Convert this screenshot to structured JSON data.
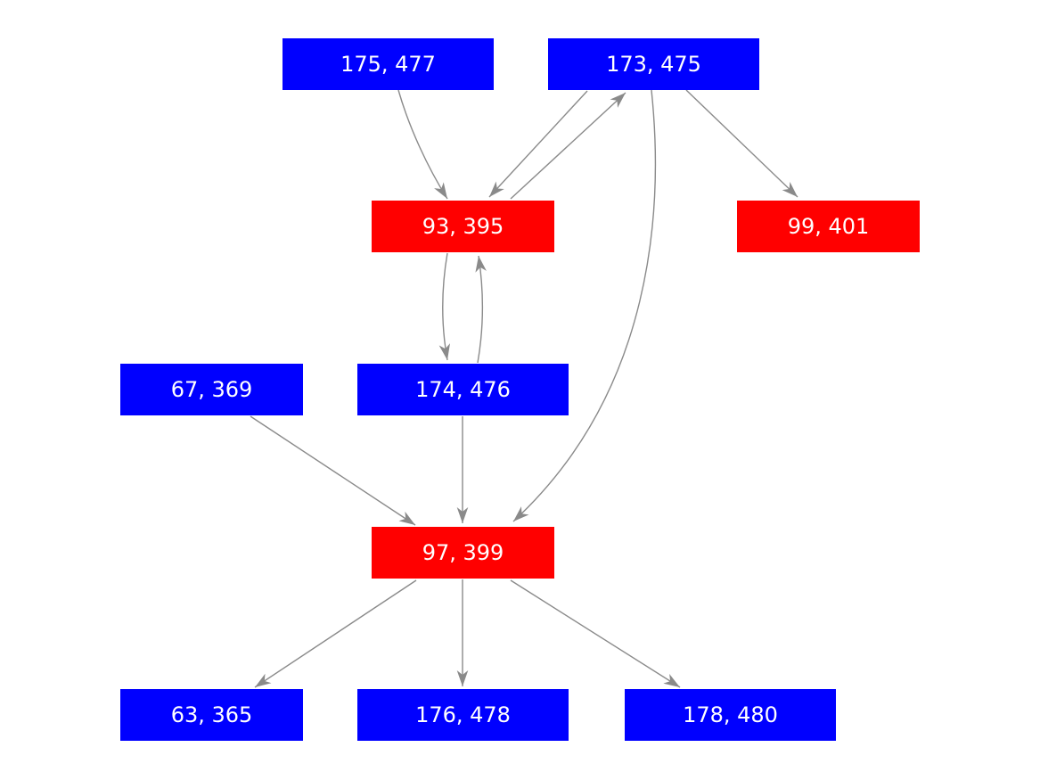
{
  "figure": {
    "type": "directed-graph",
    "background": "#ffffff",
    "edge_color": "#8a8a8a",
    "node_fill_blue": "#0000ff",
    "node_fill_red": "#ff0000",
    "node_text_color": "#ffffff",
    "nodes": [
      {
        "id": "a",
        "label": "175, 477",
        "color": "#0000ff",
        "text_color": "#ffffff"
      },
      {
        "id": "b",
        "label": "173, 475",
        "color": "#0000ff",
        "text_color": "#ffffff"
      },
      {
        "id": "c",
        "label": "93, 395",
        "color": "#ff0000",
        "text_color": "#ffffff"
      },
      {
        "id": "d",
        "label": "99, 401",
        "color": "#ff0000",
        "text_color": "#ffffff"
      },
      {
        "id": "e",
        "label": "67, 369",
        "color": "#0000ff",
        "text_color": "#ffffff"
      },
      {
        "id": "f",
        "label": "174, 476",
        "color": "#0000ff",
        "text_color": "#ffffff"
      },
      {
        "id": "g",
        "label": "97, 399",
        "color": "#ff0000",
        "text_color": "#ffffff"
      },
      {
        "id": "h",
        "label": "63, 365",
        "color": "#0000ff",
        "text_color": "#ffffff"
      },
      {
        "id": "i",
        "label": "176, 478",
        "color": "#0000ff",
        "text_color": "#ffffff"
      },
      {
        "id": "j",
        "label": "178, 480",
        "color": "#0000ff",
        "text_color": "#ffffff"
      }
    ],
    "edges": [
      {
        "from": "175, 477",
        "to": "93, 395"
      },
      {
        "from": "173, 475",
        "to": "93, 395"
      },
      {
        "from": "93, 395",
        "to": "173, 475"
      },
      {
        "from": "173, 475",
        "to": "99, 401"
      },
      {
        "from": "173, 475",
        "to": "97, 399"
      },
      {
        "from": "93, 395",
        "to": "174, 476"
      },
      {
        "from": "174, 476",
        "to": "93, 395"
      },
      {
        "from": "67, 369",
        "to": "97, 399"
      },
      {
        "from": "174, 476",
        "to": "97, 399"
      },
      {
        "from": "97, 399",
        "to": "63, 365"
      },
      {
        "from": "97, 399",
        "to": "176, 478"
      },
      {
        "from": "97, 399",
        "to": "178, 480"
      }
    ]
  }
}
